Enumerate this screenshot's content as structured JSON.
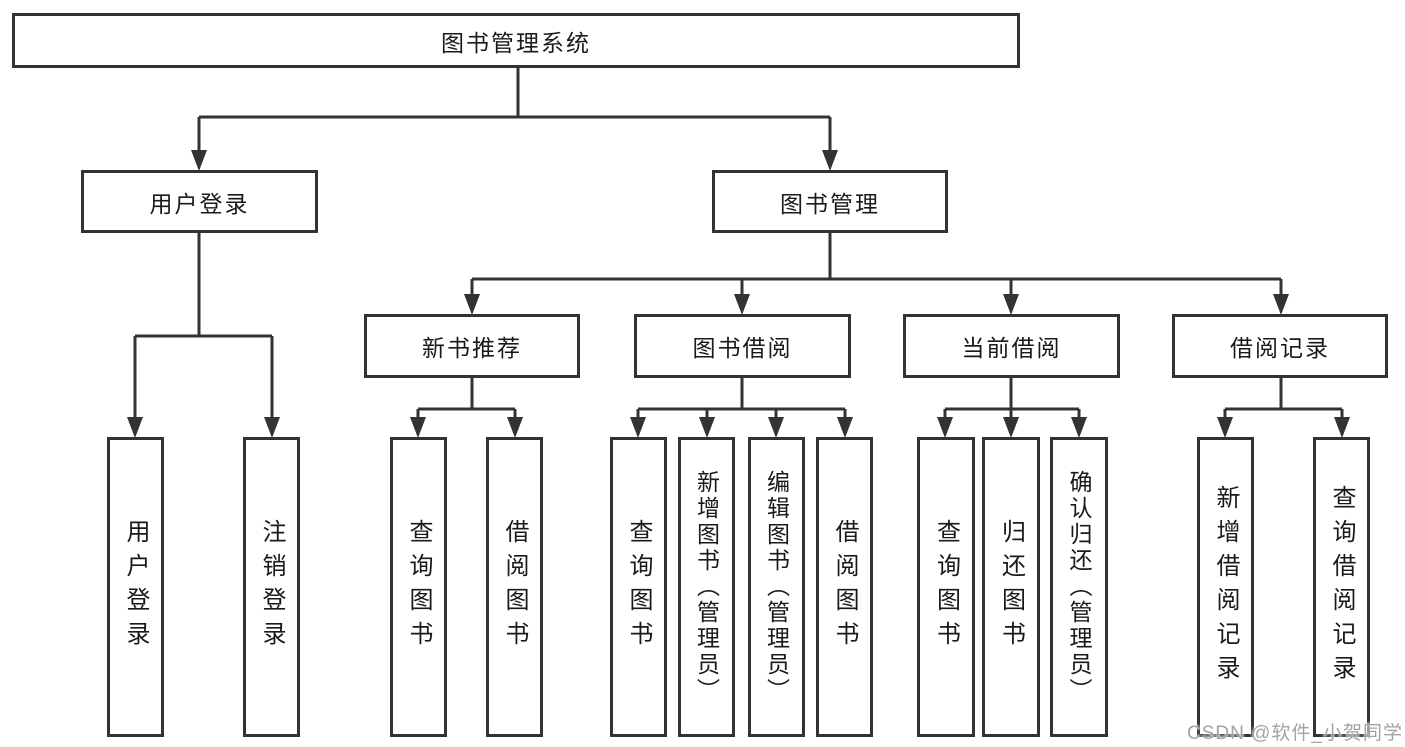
{
  "diagram": {
    "type": "hierarchy",
    "root": {
      "label": "图书管理系统"
    },
    "branches": [
      {
        "label": "用户登录",
        "children": [
          {
            "label": "用户登录"
          },
          {
            "label": "注销登录"
          }
        ]
      },
      {
        "label": "图书管理",
        "sections": [
          {
            "label": "新书推荐",
            "children": [
              {
                "label": "查询图书"
              },
              {
                "label": "借阅图书"
              }
            ]
          },
          {
            "label": "图书借阅",
            "children": [
              {
                "label": "查询图书"
              },
              {
                "label": "新增图书（管理员）"
              },
              {
                "label": "编辑图书（管理员）"
              },
              {
                "label": "借阅图书"
              }
            ]
          },
          {
            "label": "当前借阅",
            "children": [
              {
                "label": "查询图书"
              },
              {
                "label": "归还图书"
              },
              {
                "label": "确认归还（管理员）"
              }
            ]
          },
          {
            "label": "借阅记录",
            "children": [
              {
                "label": "新增借阅记录"
              },
              {
                "label": "查询借阅记录"
              }
            ]
          }
        ]
      }
    ]
  },
  "watermark": {
    "text": "CSDN @软件_小贺同学"
  },
  "colors": {
    "background": "#ffffff",
    "line": "#333333",
    "box_border": "#333333",
    "text": "#1a1a1a",
    "watermark": "#a3a3a3"
  }
}
